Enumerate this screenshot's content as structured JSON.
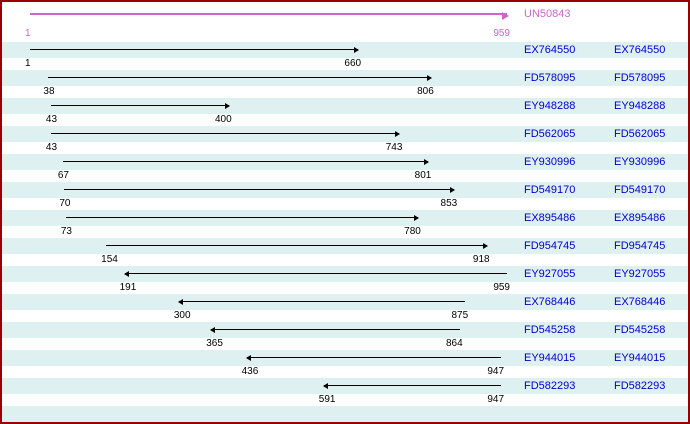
{
  "colors": {
    "frame_border": "#990000",
    "row_stripe": "#dff0f0",
    "reference": "#cc66cc",
    "sequence_link": "#0000cc",
    "sequence_arrow": "#000000"
  },
  "chart_data": {
    "type": "bar",
    "subtype": "horizontal-interval-alignment",
    "title": "UN50843",
    "axis_range": [
      1,
      959
    ],
    "legend_position": "none",
    "grid": false,
    "reference": {
      "name": "UN50843",
      "start": 1,
      "end": 959,
      "direction": "forward"
    },
    "sequences": [
      {
        "name": "EX764550",
        "start": 1,
        "end": 660,
        "direction": "forward"
      },
      {
        "name": "FD578095",
        "start": 38,
        "end": 806,
        "direction": "forward"
      },
      {
        "name": "EY948288",
        "start": 43,
        "end": 400,
        "direction": "forward"
      },
      {
        "name": "FD562065",
        "start": 43,
        "end": 743,
        "direction": "forward"
      },
      {
        "name": "EY930996",
        "start": 67,
        "end": 801,
        "direction": "forward"
      },
      {
        "name": "FD549170",
        "start": 70,
        "end": 853,
        "direction": "forward"
      },
      {
        "name": "EX895486",
        "start": 73,
        "end": 780,
        "direction": "forward"
      },
      {
        "name": "FD954745",
        "start": 154,
        "end": 918,
        "direction": "forward"
      },
      {
        "name": "EY927055",
        "start": 191,
        "end": 959,
        "direction": "reverse"
      },
      {
        "name": "EX768446",
        "start": 300,
        "end": 875,
        "direction": "reverse"
      },
      {
        "name": "FD545258",
        "start": 365,
        "end": 864,
        "direction": "reverse"
      },
      {
        "name": "EY944015",
        "start": 436,
        "end": 947,
        "direction": "reverse"
      },
      {
        "name": "FD582293",
        "start": 591,
        "end": 947,
        "direction": "reverse"
      }
    ]
  }
}
